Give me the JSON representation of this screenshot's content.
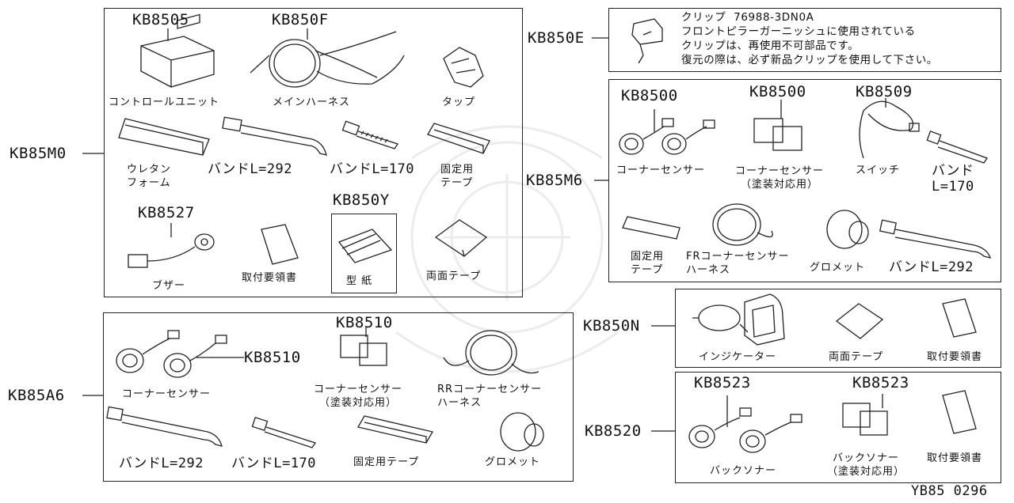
{
  "groups": {
    "kb85m0": {
      "label": "KB85M0",
      "items": {
        "control_unit_code": "KB8505",
        "control_unit": "コントロールユニット",
        "main_harness_code": "KB850F",
        "main_harness": "メインハーネス",
        "tap": "タップ",
        "urethane_foam": "ウレタン\nフォーム",
        "band_292": "バンドL=292",
        "band_170": "バンドL=170",
        "fixing_tape": "固定用\nテープ",
        "buzzer_code": "KB8527",
        "buzzer": "ブザー",
        "manual": "取付要領書",
        "template_code": "KB850Y",
        "template": "型 紙",
        "double_tape": "両面テープ"
      }
    },
    "kb850e": {
      "label": "KB850E",
      "note": "クリップ  76988-3DN0A\nフロントピラーガーニッシュに使用されている\nクリップは、再使用不可部品です。\n復元の際は、必ず新品クリップを使用して下さい。"
    },
    "kb85m6": {
      "label": "KB85M6",
      "items": {
        "sensor_code": "KB8500",
        "corner_sensor": "コーナーセンサー",
        "painted_sensor_code": "KB8500",
        "corner_sensor_painted": "コーナーセンサー\n（塗装対応用）",
        "switch_code": "KB8509",
        "switch": "スイッチ",
        "band_170": "バンド\nL=170",
        "fixing_tape": "固定用\nテープ",
        "fr_harness": "FRコーナーセンサー\nハーネス",
        "grommet": "グロメット",
        "band_292": "バンドL=292"
      }
    },
    "kb850n": {
      "label": "KB850N",
      "items": {
        "indicator": "インジケーター",
        "double_tape": "両面テープ",
        "manual": "取付要領書"
      }
    },
    "kb85a6": {
      "label": "KB85A6",
      "items": {
        "sensor_code": "KB8510",
        "painted_sensor_code": "KB8510",
        "corner_sensor": "コーナーセンサー",
        "corner_sensor_painted": "コーナーセンサー\n（塗装対応用）",
        "rr_harness": "RRコーナーセンサー\nハーネス",
        "band_292": "バンドL=292",
        "band_170": "バンドL=170",
        "fixing_tape": "固定用テープ",
        "grommet": "グロメット"
      }
    },
    "kb8520": {
      "label": "KB8520",
      "items": {
        "sensor_code": "KB8523",
        "painted_sensor_code": "KB8523",
        "back_sonar": "バックソナー",
        "back_sonar_painted": "バックソナー\n（塗装対応用）",
        "manual": "取付要領書"
      }
    }
  },
  "footer": {
    "drawing_id": "YB85  0296"
  }
}
